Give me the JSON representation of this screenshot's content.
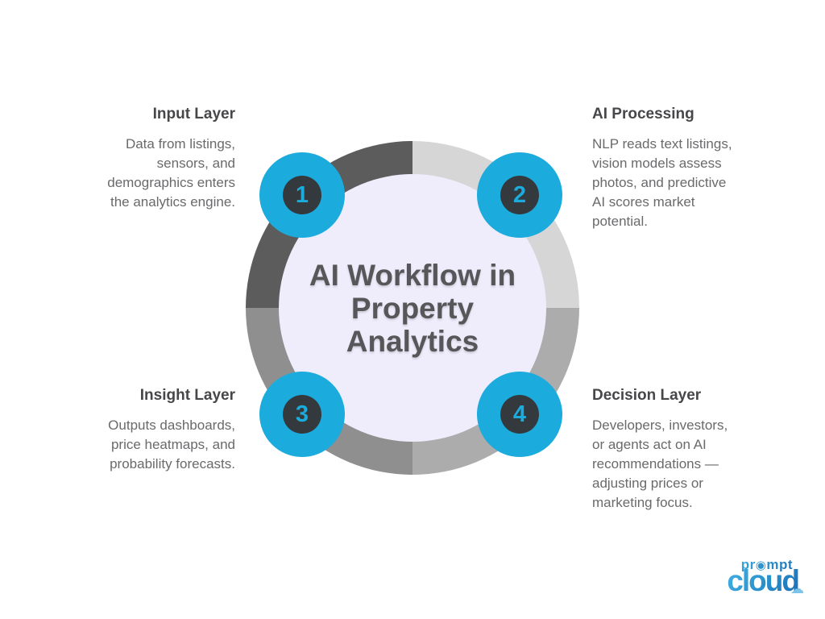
{
  "title": "AI Workflow in\nProperty\nAnalytics",
  "steps": [
    {
      "number": "1",
      "heading": "Input Layer",
      "body": "Data from listings,\nsensors, and\ndemographics enters\nthe analytics engine."
    },
    {
      "number": "2",
      "heading": "AI Processing",
      "body": "NLP reads text listings,\nvision models assess\nphotos, and predictive\nAI scores market\npotential."
    },
    {
      "number": "3",
      "heading": "Insight Layer",
      "body": "Outputs dashboards,\nprice heatmaps, and\nprobability forecasts."
    },
    {
      "number": "4",
      "heading": "Decision Layer",
      "body": "Developers, investors,\nor agents act on AI\nrecommendations —\nadjusting prices or\nmarketing focus."
    }
  ],
  "logo": {
    "top_prefix": "pr",
    "target_glyph": "◉",
    "top_suffix": "mpt",
    "bottom": "cloud",
    "cloud_glyph": "☁"
  },
  "colors": {
    "badge_cyan": "#1BABDC",
    "badge_inner_dark": "#34393D",
    "ring_quadrant_top_right": "#D6D6D6",
    "ring_quadrant_bottom_right": "#ACACAC",
    "ring_quadrant_bottom_left": "#8F8F8F",
    "ring_quadrant_top_left": "#5C5C5C",
    "inner_circle": "#EFEDFB",
    "title_text": "#57575A",
    "heading_text": "#47474A",
    "body_text": "#6A6A6C",
    "logo_blue_light": "#45B2E2",
    "logo_blue_dark": "#1C6FB4",
    "background": "#FFFFFF"
  }
}
